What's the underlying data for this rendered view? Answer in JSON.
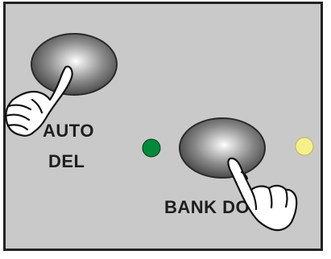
{
  "panel": {
    "background": "#c9c9c9",
    "border_color": "#222222"
  },
  "buttons": [
    {
      "id": "auto-del",
      "label_lines": [
        "AUTO",
        "DEL"
      ],
      "icon": "finger-press-icon"
    },
    {
      "id": "bank-down",
      "label_lines": [
        "BANK DOWN"
      ],
      "icon": "finger-press-icon"
    }
  ],
  "leds": [
    {
      "id": "green-led",
      "color": "#008a3a"
    },
    {
      "id": "yellow-led",
      "color": "#f6f08a"
    }
  ]
}
